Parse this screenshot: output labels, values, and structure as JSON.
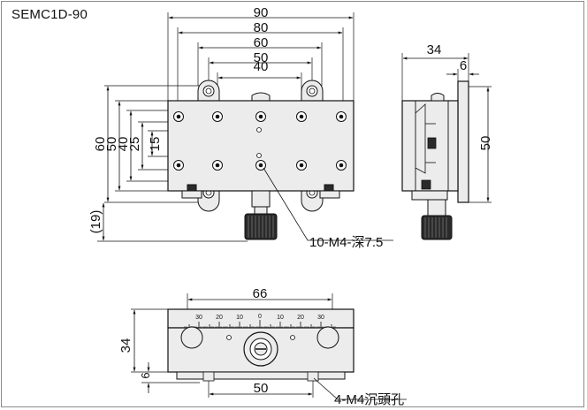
{
  "model": "SEMC1D-90",
  "top_view": {
    "width_dims": [
      "90",
      "80",
      "60",
      "50",
      "40"
    ],
    "height_dims": [
      "60",
      "50",
      "40",
      "25",
      "15"
    ],
    "knob_dim": "(19)",
    "callout": "10-M4-深7.5"
  },
  "side_view": {
    "depth_dim": "34",
    "offset_dim": "6",
    "height_dim": "50"
  },
  "front_view": {
    "width_dim": "66",
    "scale_labels": [
      "30",
      "20",
      "10",
      "0",
      "10",
      "20",
      "30"
    ],
    "height_dim": "34",
    "base_dim": "6",
    "hole_spacing_dim": "50",
    "callout": "4-M4沉頭孔"
  },
  "colors": {
    "line": "#111111",
    "body_fill": "#ececec",
    "dark_part": "#2a2a2a"
  }
}
